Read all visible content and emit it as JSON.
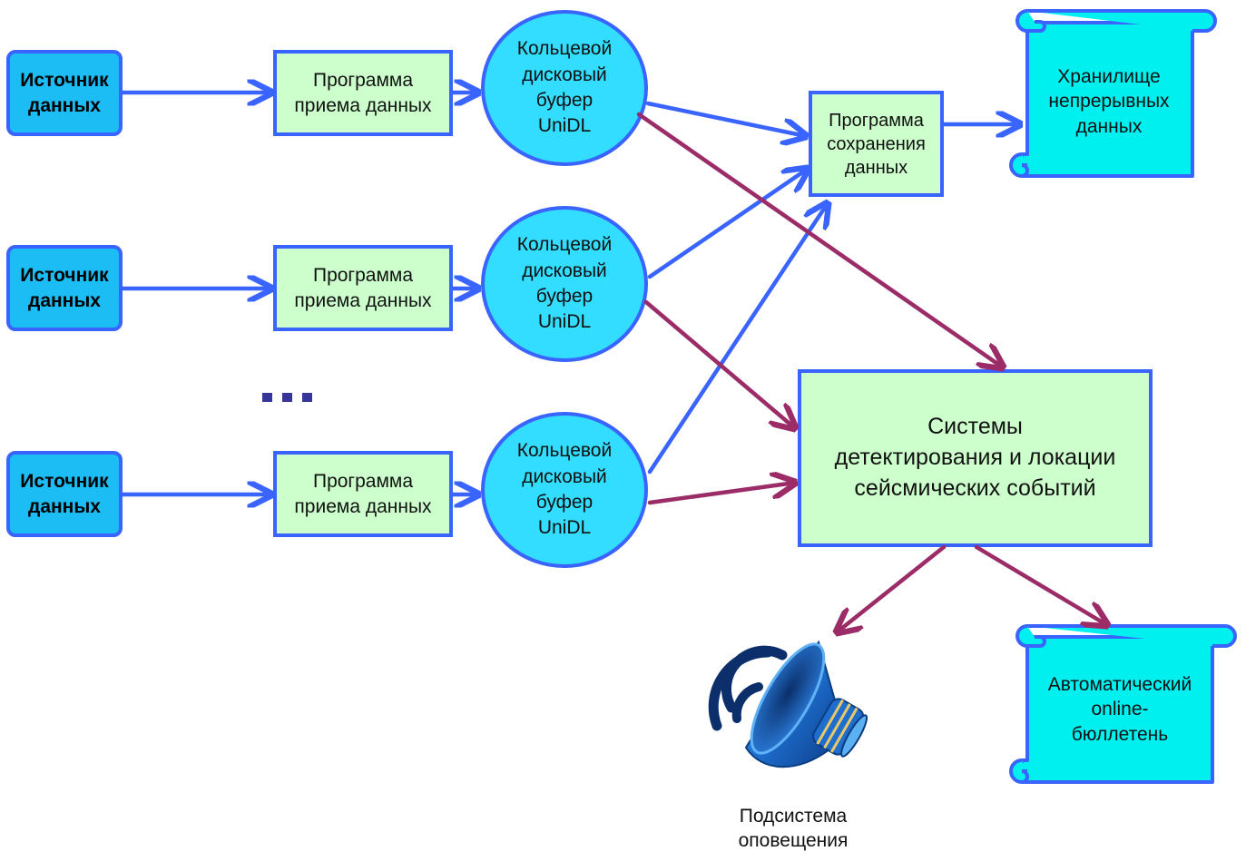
{
  "sources": [
    {
      "label": "Источник\nданных"
    },
    {
      "label": "Источник\nданных"
    },
    {
      "label": "Источник\nданных"
    }
  ],
  "receivers": [
    {
      "label": "Программа\nприема данных"
    },
    {
      "label": "Программа\nприема данных"
    },
    {
      "label": "Программа\nприема данных"
    }
  ],
  "buffers": [
    {
      "label": "Кольцевой\nдисковый\nбуфер\nUniDL"
    },
    {
      "label": "Кольцевой\nдисковый\nбуфер\nUniDL"
    },
    {
      "label": "Кольцевой\nдисковый\nбуфер\nUniDL"
    }
  ],
  "saver": {
    "label": "Программа\nсохранения\nданных"
  },
  "storage": {
    "label": "Хранилище\nнепрерывных\nданных"
  },
  "detection": {
    "label": "Системы\nдетектирования и локации\nсейсмических событий"
  },
  "bulletin": {
    "label": "Автоматический\nonline-\nбюллетень"
  },
  "alert": {
    "label": "Подсистема\nоповещения",
    "icon": "speaker-icon"
  },
  "colors": {
    "source_fill": "#1cbdf5",
    "box_stroke": "#3a64ff",
    "program_fill": "#ccffcc",
    "buffer_fill": "#33ddff",
    "scroll_fill": "#00f0f0",
    "blue_arrow": "#3a64ff",
    "red_arrow": "#9b2c67",
    "ellipsis": "#36359a"
  }
}
